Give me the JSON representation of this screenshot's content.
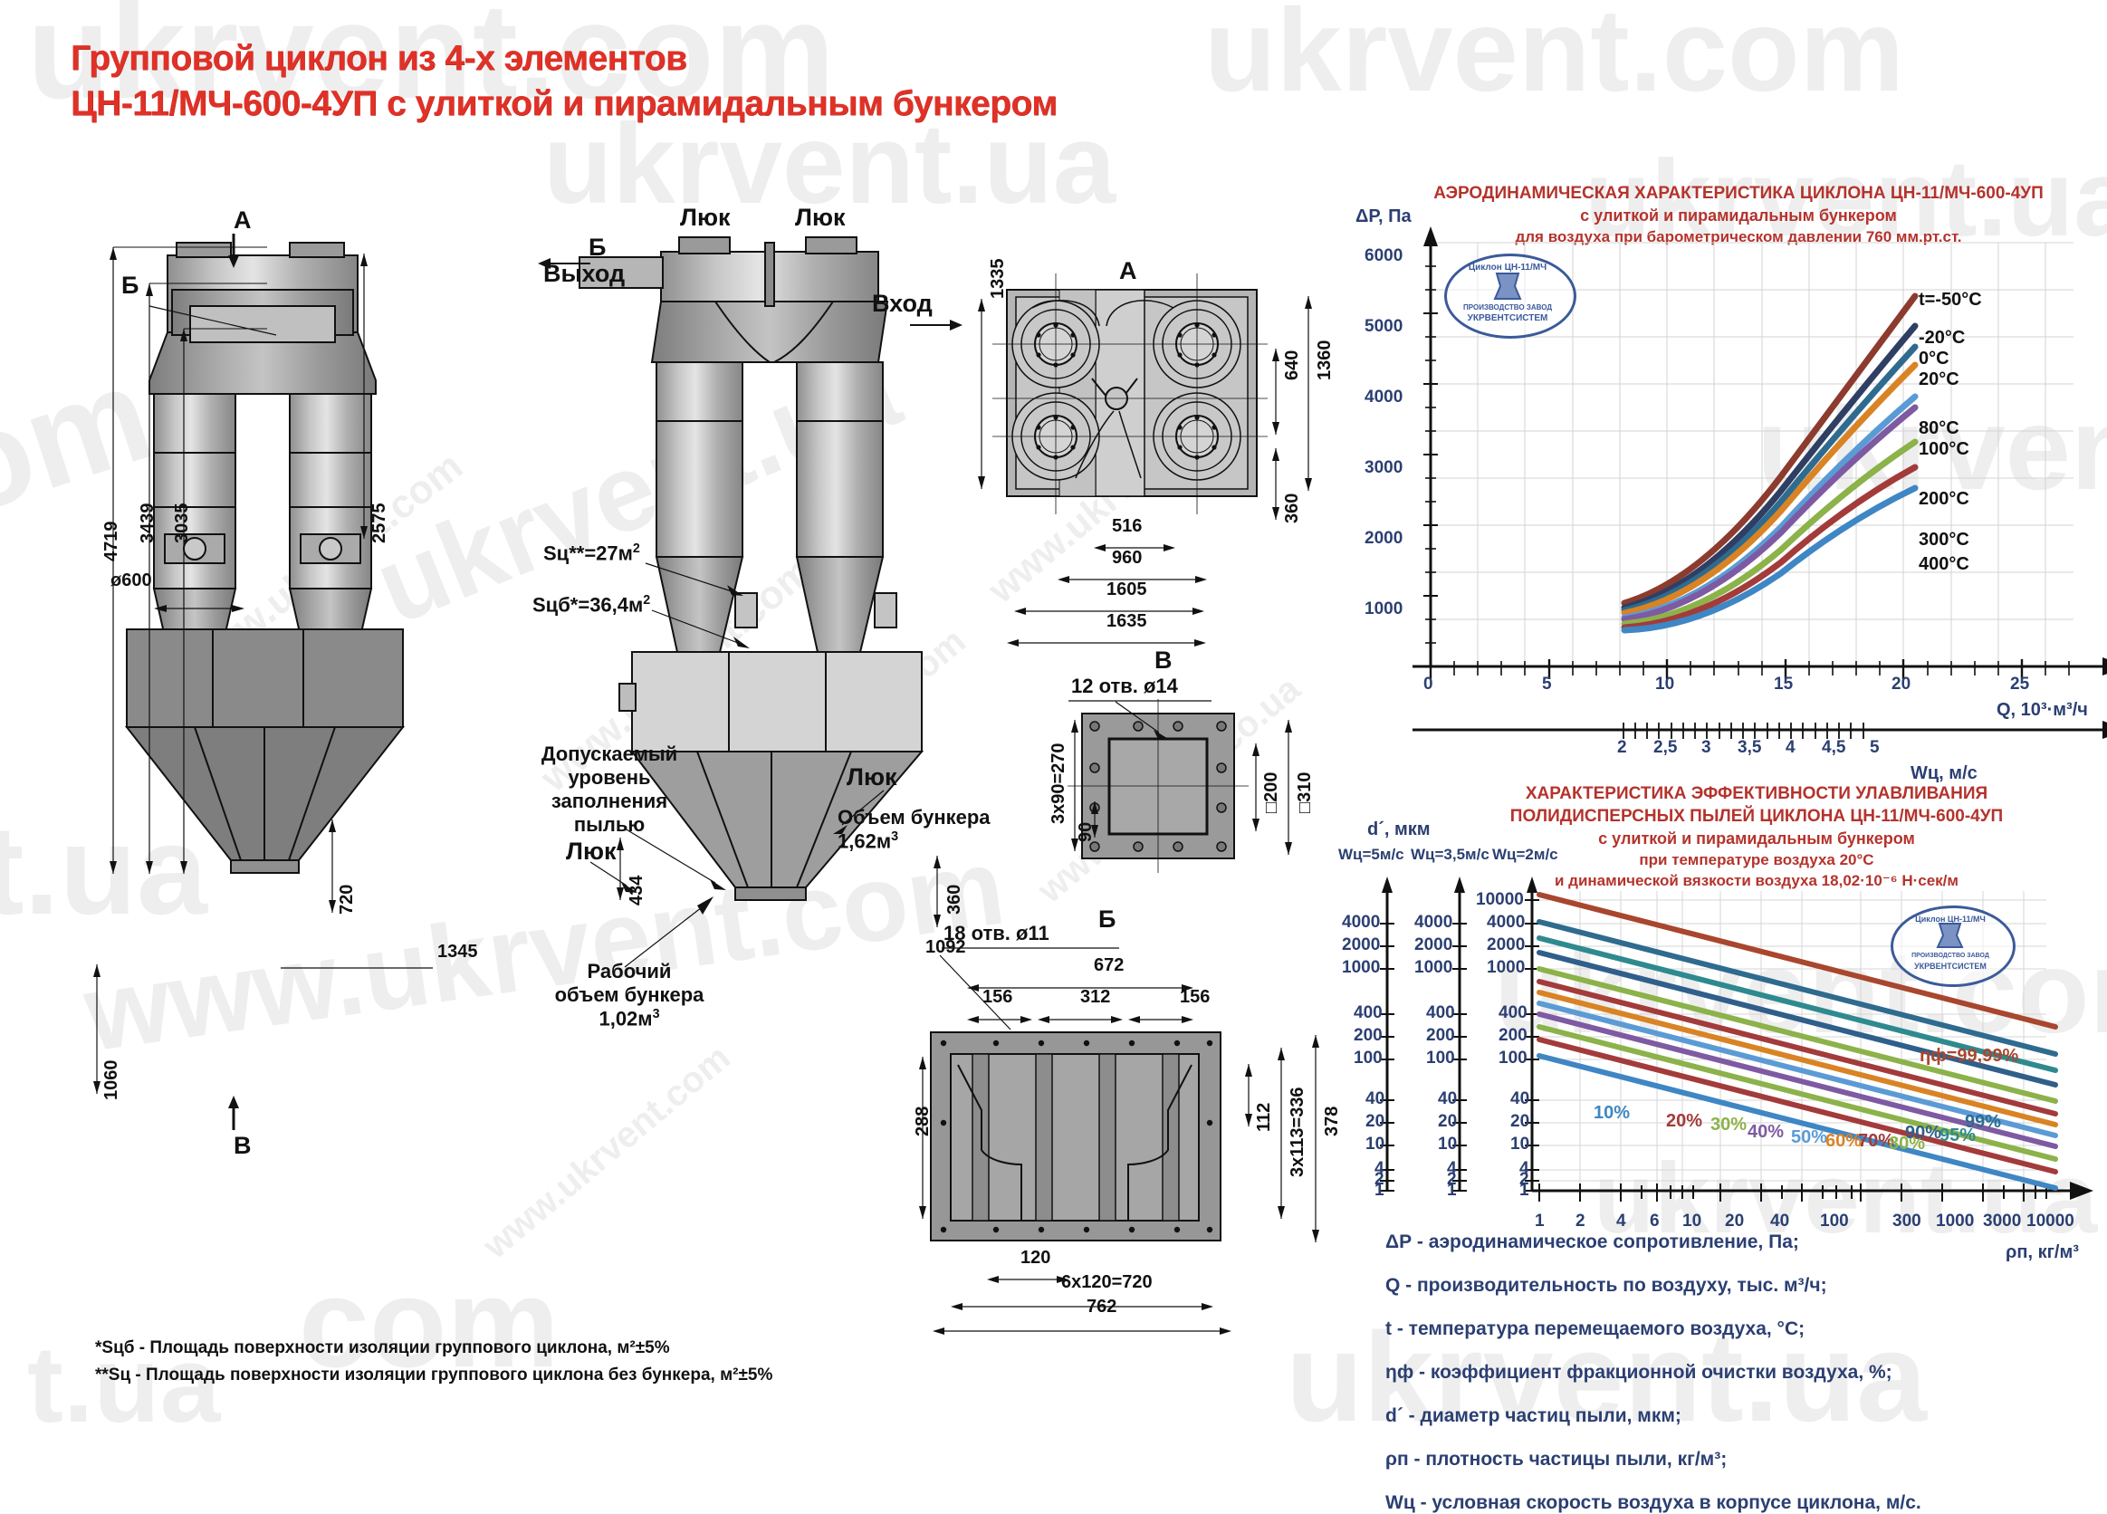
{
  "title": {
    "line1": "Групповой циклон из 4-х элементов",
    "line2": "ЦН-11/МЧ-600-4УП с улиткой и пирамидальным бункером",
    "color": "#e03127"
  },
  "watermarks": [
    "ukrvent.com",
    "ukrvent.ua",
    "www.ukrvent.com",
    "www.ukrvent.ua",
    "ukrvent.com",
    "ukrvent.ua",
    "www.ukrvent.com",
    "t.ua",
    "om",
    "www.ukrvent.ua",
    "ukrvent.com"
  ],
  "front_view": {
    "section_marks": {
      "a": "А",
      "b": "Б",
      "v": "В"
    },
    "dimensions": {
      "total_height": "4719",
      "h3439": "3439",
      "h3035": "3035",
      "h2575": "2575",
      "diameter": "ø600",
      "h720": "720",
      "h1060": "1060",
      "w1345": "1345"
    }
  },
  "section_view": {
    "labels": {
      "hatch1": "Люк",
      "hatch2": "Люк",
      "hatch3": "Люк",
      "hatch4": "Люк",
      "outlet": "Выход",
      "inlet": "Вход",
      "mark_b": "Б",
      "area_sc": "Sц**=27м",
      "area_sc_sup": "2",
      "area_scb": "Sцб*=36,4м",
      "area_scb_sup": "2",
      "dust_level_1": "Допускаемый",
      "dust_level_2": "уровень",
      "dust_level_3": "заполнения",
      "dust_level_4": "пылью",
      "bunker_volume_1": "Объем бункера",
      "bunker_volume_2": "1,62м",
      "bunker_volume_sup": "3",
      "work_volume_1": "Рабочий",
      "work_volume_2": "объем бункера",
      "work_volume_3": "1,02м",
      "work_volume_sup": "3"
    },
    "dimensions": {
      "d434": "434",
      "d360": "360",
      "d1092": "1092"
    }
  },
  "plan_view_a": {
    "mark": "А",
    "dimensions": {
      "v1335": "1335",
      "v640": "640",
      "v360": "360",
      "v1360": "1360",
      "h516": "516",
      "h960": "960",
      "h1605": "1605",
      "h1635": "1635"
    }
  },
  "view_v": {
    "mark": "В",
    "holes": "12 отв. ø14",
    "dimensions": {
      "left": "3x90=270",
      "left90": "90",
      "r200": "□200",
      "r310": "□310"
    }
  },
  "view_b": {
    "mark": "Б",
    "holes": "18 отв. ø11",
    "dimensions": {
      "top672": "672",
      "left156": "156",
      "mid312": "312",
      "right156": "156",
      "v288": "288",
      "v112": "112",
      "v336": "3x113=336",
      "v378": "378",
      "b120": "120",
      "b720": "6x120=720",
      "b762": "762"
    }
  },
  "footnotes": [
    "*Sцб - Площадь поверхности изоляции группового циклона, м²±5%",
    "**Sц - Площадь поверхности изоляции группового циклона без бункера, м²±5%"
  ],
  "legend": [
    "ΔР - аэродинамическое сопротивление, Па;",
    "Q - производительность по воздуху, тыс. м³/ч;",
    "t - температура перемещаемого воздуха, °C;",
    "ηф - коэффициент фракционной очистки воздуха, %;",
    "d´ - диаметр частиц пыли, мкм;",
    "ρп - плотность частицы пыли, кг/м³;",
    "Wц - условная скорость воздуха в корпусе циклона, м/с."
  ],
  "stamp": {
    "top": "Циклон ЦН-11/МЧ",
    "mid": "ПРОИЗВОДСТВО ЗАВОД",
    "bottom": "УКРВЕНТСИСТЕМ"
  },
  "chart_data": [
    {
      "id": "aerodynamic",
      "type": "line",
      "title": "АЭРОДИНАМИЧЕСКАЯ  ХАРАКТЕРИСТИКА  ЦИКЛОНА ЦН-11/МЧ-600-4УП",
      "subtitle": "с улиткой и пирамидальным бункером",
      "subtitle2": "для воздуха при барометрическом давлении 760 мм.рт.ст.",
      "ylabel": "ΔР, Па",
      "xlabel": "Q, 10³·м³/ч",
      "xlabel2": "Wц, м/с",
      "ylim": [
        0,
        6500
      ],
      "yticks": [
        1000,
        2000,
        3000,
        4000,
        5000,
        6000
      ],
      "xlim": [
        0,
        27
      ],
      "xticks": [
        0,
        5,
        10,
        15,
        20,
        25
      ],
      "xticks2": [
        "2",
        "2,5",
        "3",
        "3,5",
        "4",
        "4,5",
        "5"
      ],
      "xticks2_q": [
        8.2,
        10.3,
        12.3,
        14.4,
        16.4,
        18.5,
        20.5
      ],
      "grid": true,
      "series": [
        {
          "name": "t=-50°C",
          "color": "#8c3b2e",
          "x": [
            8.2,
            11,
            14,
            17,
            20.5
          ],
          "y": [
            900,
            1700,
            2700,
            3900,
            5250
          ]
        },
        {
          "name": "-20°C",
          "color": "#2f3f63",
          "x": [
            8.2,
            11,
            14,
            17,
            20.5
          ],
          "y": [
            830,
            1560,
            2480,
            3580,
            4820
          ]
        },
        {
          "name": "0°C",
          "color": "#2e6b8f",
          "x": [
            8.2,
            11,
            14,
            17,
            20.5
          ],
          "y": [
            790,
            1470,
            2330,
            3370,
            4530
          ]
        },
        {
          "name": "20°C",
          "color": "#d98324",
          "x": [
            8.2,
            11,
            14,
            17,
            20.5
          ],
          "y": [
            750,
            1390,
            2200,
            3180,
            4270
          ]
        },
        {
          "name": "80°C",
          "color": "#5b9bd5",
          "x": [
            8.2,
            11,
            14,
            17,
            20.5
          ],
          "y": [
            690,
            1250,
            1970,
            2850,
            3820
          ]
        },
        {
          "name": "100°C",
          "color": "#7e5aa2",
          "x": [
            8.2,
            11,
            14,
            17,
            20.5
          ],
          "y": [
            660,
            1200,
            1890,
            2730,
            3660
          ]
        },
        {
          "name": "200°C",
          "color": "#8cb24a",
          "x": [
            8.2,
            11,
            14,
            17,
            20.5
          ],
          "y": [
            600,
            1050,
            1650,
            2380,
            3180
          ]
        },
        {
          "name": "300°C",
          "color": "#a33b3b",
          "x": [
            8.2,
            11,
            14,
            17,
            20.5
          ],
          "y": [
            550,
            940,
            1470,
            2110,
            2820
          ]
        },
        {
          "name": "400°C",
          "color": "#3f86c4",
          "x": [
            8.2,
            11,
            14,
            17,
            20.5
          ],
          "y": [
            510,
            850,
            1320,
            1900,
            2520
          ]
        }
      ]
    },
    {
      "id": "efficiency",
      "type": "line",
      "title": "ХАРАКТЕРИСТИКА  ЭФФЕКТИВНОСТИ УЛАВЛИВАНИЯ",
      "title2": "ПОЛИДИСПЕРСНЫХ ПЫЛЕЙ ЦИКЛОНА ЦН-11/МЧ-600-4УП",
      "subtitle": "с улиткой и пирамидальным бункером",
      "subtitle2": "при температуре воздуха 20°C",
      "subtitle3": "и динамической вязкости воздуха  18,02·10⁻⁶ Н·сек/м",
      "ylabel": "d´, мкм",
      "xlabel": "ρп, кг/м³",
      "yaxes": [
        {
          "label": "Wц=5м/с",
          "ticks": [
            "4000",
            "2000",
            "1000",
            "400",
            "200",
            "100",
            "40",
            "20",
            "10",
            "4",
            "2",
            "1"
          ]
        },
        {
          "label": "Wц=3,5м/с",
          "ticks": [
            "4000",
            "2000",
            "1000",
            "400",
            "200",
            "100",
            "40",
            "20",
            "10",
            "4",
            "2",
            "1"
          ]
        },
        {
          "label": "Wц=2м/с",
          "ticks": [
            "10000",
            "4000",
            "2000",
            "1000",
            "400",
            "200",
            "100",
            "40",
            "20",
            "10",
            "4",
            "2",
            "1"
          ]
        }
      ],
      "xticks": [
        "1",
        "2",
        "4",
        "6",
        "10",
        "20",
        "40",
        "100",
        "300",
        "1000",
        "3000",
        "10000"
      ],
      "curve_labels": [
        "10%",
        "20%",
        "30%",
        "40%",
        "50%",
        "60%",
        "70%",
        "80%",
        "90%",
        "95%",
        "99%",
        "ηф=99,99%"
      ],
      "curve_colors": [
        "#3f86c4",
        "#a33b3b",
        "#8cb24a",
        "#7e5aa2",
        "#5b9bd5",
        "#d98324",
        "#a33b3b",
        "#8cb24a",
        "#2f5f8a",
        "#2e8a8f",
        "#2e6b8f",
        "#a9462e"
      ],
      "grid": true
    }
  ]
}
